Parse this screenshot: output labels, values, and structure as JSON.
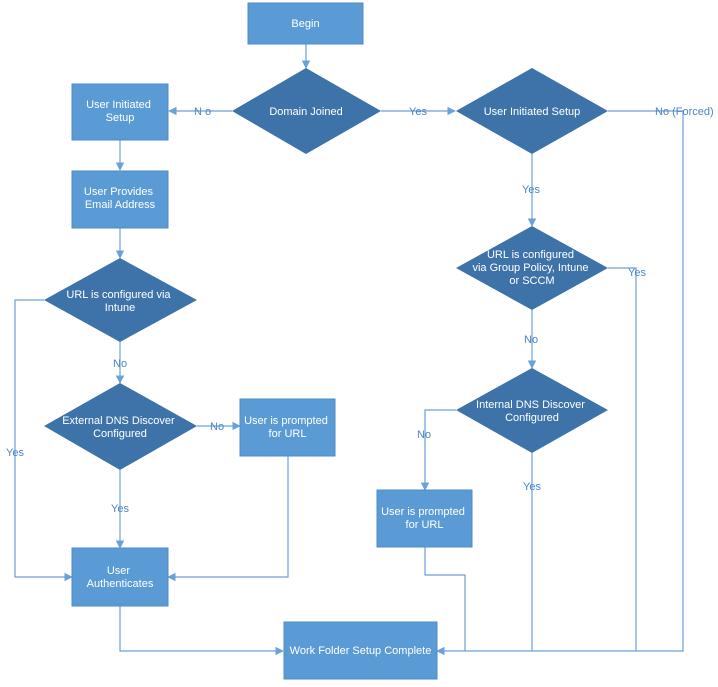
{
  "nodes": {
    "begin": [
      "Begin"
    ],
    "domain_joined": [
      "Domain Joined"
    ],
    "user_initiated_setup_left": [
      "User Initiated",
      "Setup"
    ],
    "user_provides_email": [
      "User Provides",
      "Email Address"
    ],
    "url_configured_intune": [
      "URL is configured via",
      "Intune"
    ],
    "external_dns": [
      "External DNS Discover",
      "Configured"
    ],
    "user_prompted_left": [
      "User is prompted",
      "for URL"
    ],
    "user_authenticates": [
      "User",
      "Authenticates"
    ],
    "work_folder_complete": [
      "Work Folder Setup Complete"
    ],
    "user_initiated_setup_right": [
      "User Initiated Setup"
    ],
    "url_configured_gp": [
      "URL is configured",
      "via Group Policy, Intune",
      "or SCCM"
    ],
    "internal_dns": [
      "Internal DNS Discover",
      "Configured"
    ],
    "user_prompted_right": [
      "User is prompted",
      "for URL"
    ]
  },
  "edge_labels": {
    "domain_no": "N o",
    "domain_yes": "Yes",
    "forced": "No (Forced)",
    "uis_yes": "Yes",
    "gp_yes": "Yes",
    "gp_no": "No",
    "internal_no": "No",
    "internal_yes": "Yes",
    "intune_no": "No",
    "intune_yes": "Yes",
    "external_no": "No",
    "external_yes": "Yes"
  },
  "colors": {
    "box": "#5b9bd5",
    "diamond": "#3e73aa",
    "connector": "#6aa1d8",
    "label": "#4a86c8"
  }
}
